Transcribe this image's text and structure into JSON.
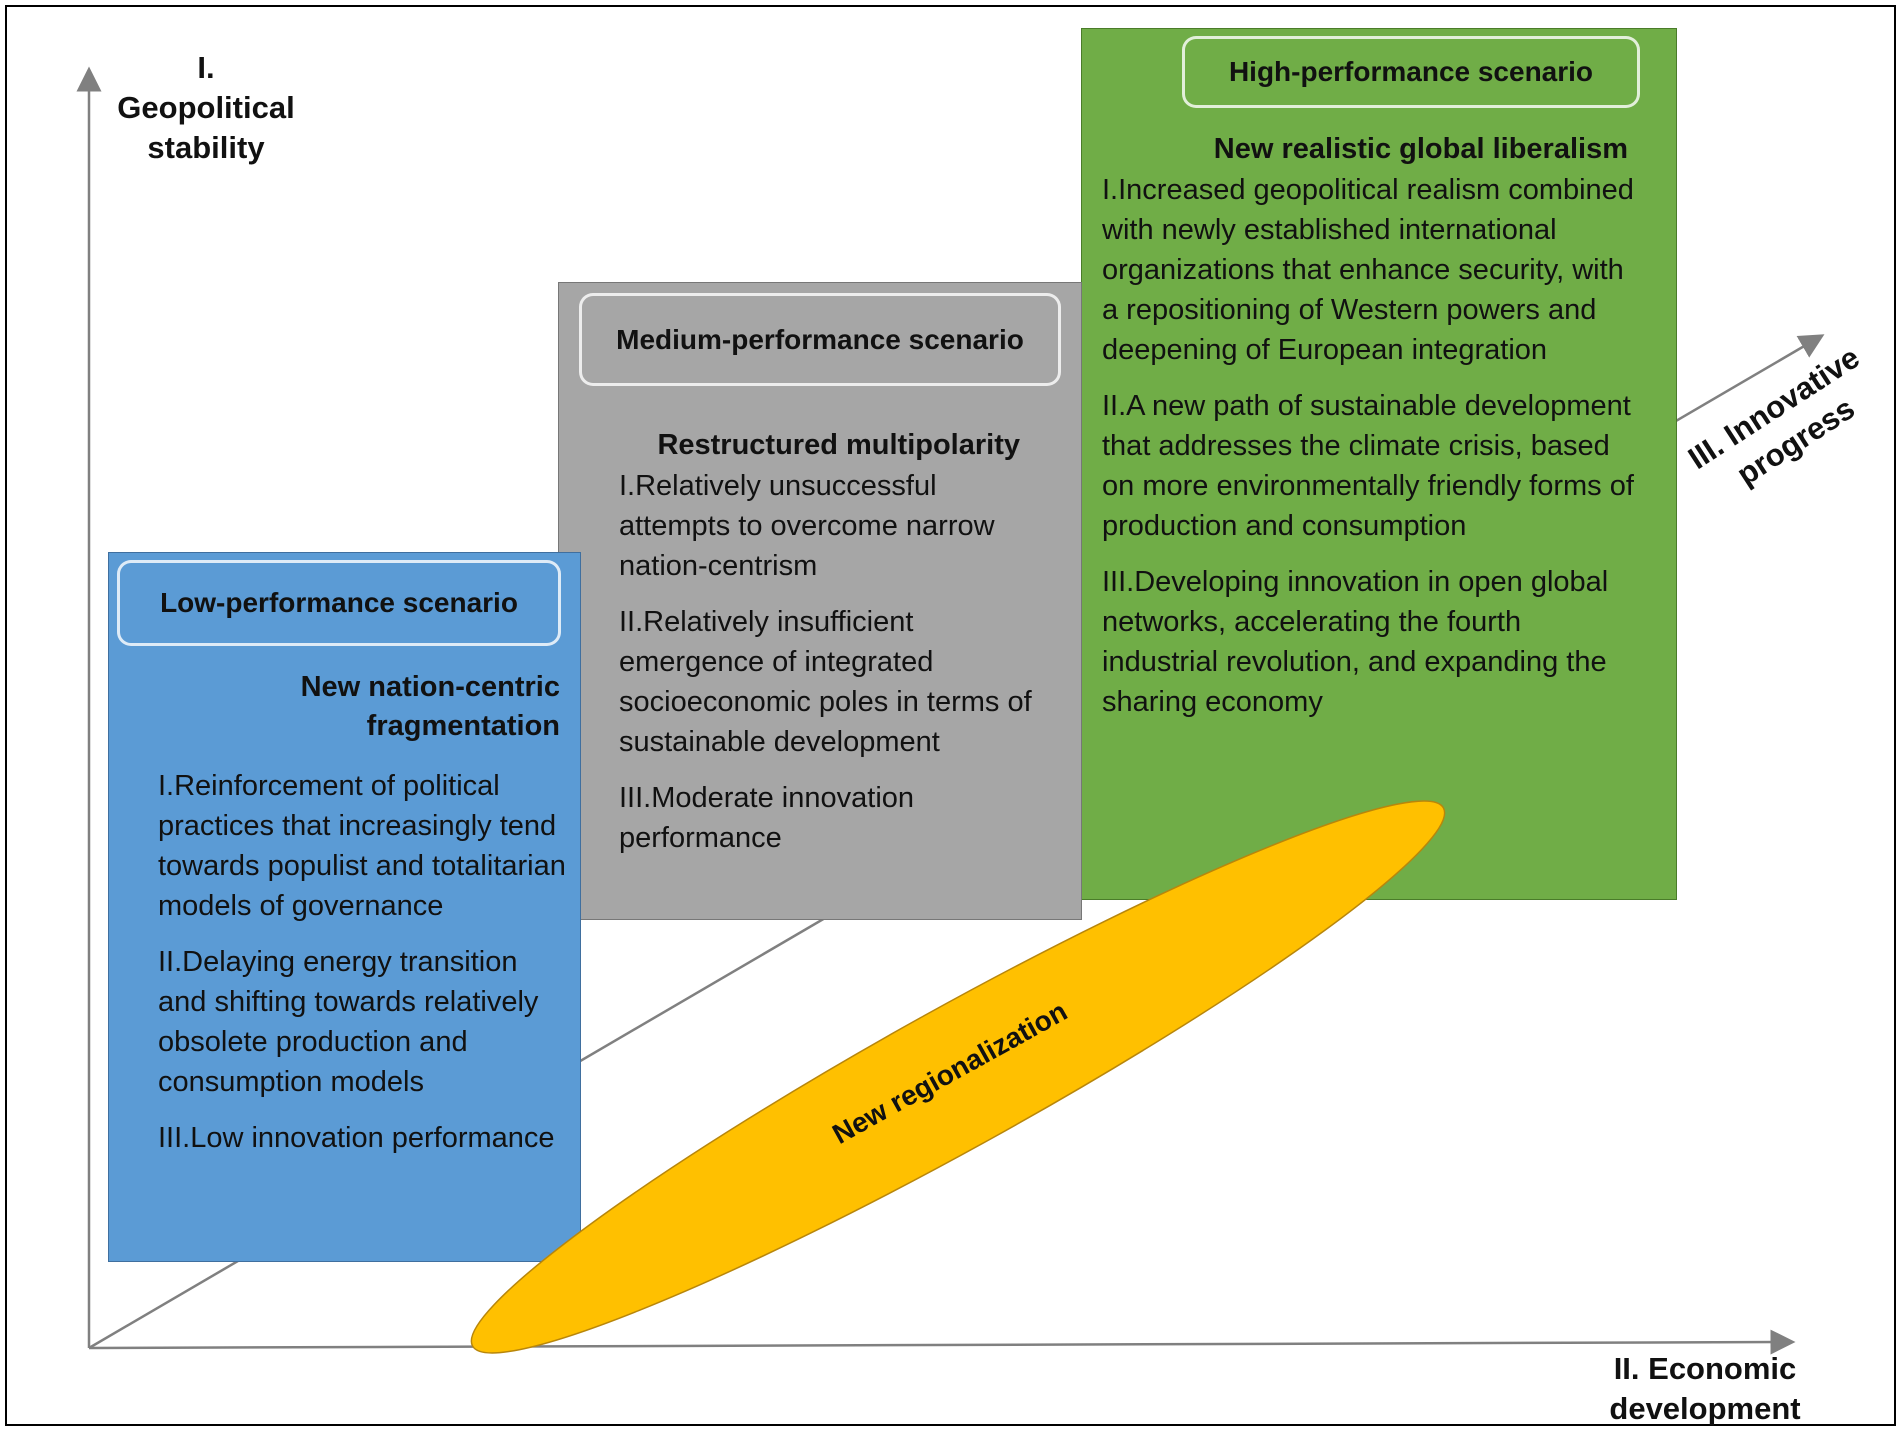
{
  "axes": {
    "y_label_line1": "I. Geopolitical",
    "y_label_line2": "stability",
    "x_label_line1": "II. Economic",
    "x_label_line2": "development",
    "z_label_line1": "III. Innovative",
    "z_label_line2": "progress"
  },
  "scenarios": {
    "low": {
      "header": "Low-performance scenario",
      "subtitle_line1": "New nation-centric",
      "subtitle_line2": "fragmentation",
      "items": [
        "I.Reinforcement of political practices that increasingly tend towards populist and totalitarian models of governance",
        "II.Delaying energy transition and shifting towards relatively obsolete production and consumption models",
        "III.Low innovation performance"
      ]
    },
    "medium": {
      "header": "Medium-performance scenario",
      "subtitle": "Restructured multipolarity",
      "items": [
        "I.Relatively unsuccessful attempts to overcome narrow nation-centrism",
        "II.Relatively insufficient emergence of integrated socioeconomic poles in terms of sustainable development",
        "III.Moderate innovation performance"
      ]
    },
    "high": {
      "header": "High-performance scenario",
      "subtitle": "New realistic global liberalism",
      "items": [
        "I.Increased geopolitical realism combined with newly established international organizations that enhance security, with a repositioning of Western powers and deepening of European integration",
        "II.A new path of sustainable development that addresses the climate crisis, based on more environmentally friendly forms of production and consumption",
        "III.Developing innovation in open global networks, accelerating the fourth industrial revolution, and expanding the sharing economy"
      ]
    }
  },
  "regionalization": {
    "label": "New regionalization",
    "color": "#ffc000"
  },
  "colors": {
    "low": "#5b9bd5",
    "medium": "#a6a6a6",
    "high": "#70ad47"
  }
}
